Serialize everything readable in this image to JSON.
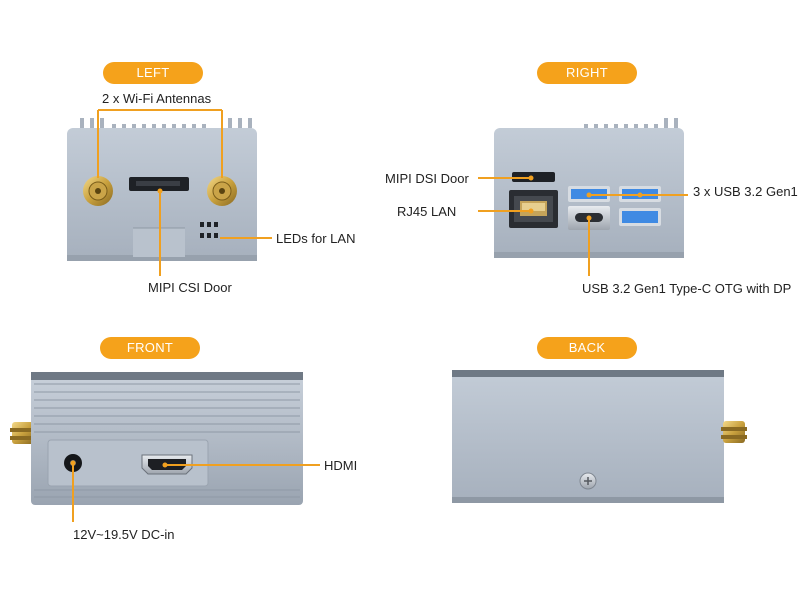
{
  "colors": {
    "accent": "#f5a21b",
    "leader": "#f0a020",
    "case_light": "#b7c1cd",
    "case_mid": "#a3adba",
    "case_dark": "#7b8592",
    "port_blue": "#3f8ae3"
  },
  "views": {
    "left": {
      "badge": "LEFT",
      "callouts": {
        "antennas": "2 x Wi-Fi Antennas",
        "leds": "LEDs for LAN",
        "csi": "MIPI CSI Door"
      }
    },
    "right": {
      "badge": "RIGHT",
      "callouts": {
        "dsi": "MIPI DSI Door",
        "rj45": "RJ45 LAN",
        "usb_a": "3 x USB 3.2 Gen1",
        "usb_c": "USB 3.2 Gen1 Type-C OTG with DP"
      }
    },
    "front": {
      "badge": "FRONT",
      "callouts": {
        "hdmi": "HDMI",
        "dc": "12V~19.5V DC-in"
      }
    },
    "back": {
      "badge": "BACK"
    }
  }
}
